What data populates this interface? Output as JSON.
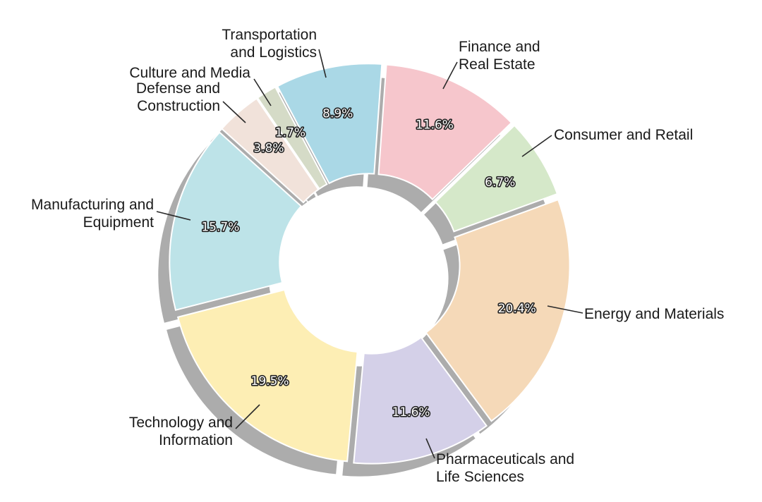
{
  "chart_data": {
    "type": "pie",
    "style": "exploded donut with shadow",
    "legend": "none",
    "slices": [
      {
        "name": "Energy and Materials",
        "value": 20.4,
        "label": "20.4%",
        "color": "#f5d9b8",
        "label_lines": [
          "Energy and Materials"
        ]
      },
      {
        "name": "Pharmaceuticals and Life Sciences",
        "value": 11.6,
        "label": "11.6%",
        "color": "#d4d0e8",
        "label_lines": [
          "Pharmaceuticals and",
          "Life Sciences"
        ]
      },
      {
        "name": "Technology and Information",
        "value": 19.5,
        "label": "19.5%",
        "color": "#fdeeb4",
        "label_lines": [
          "Technology and",
          "Information"
        ]
      },
      {
        "name": "Manufacturing and Equipment",
        "value": 15.7,
        "label": "15.7%",
        "color": "#bde3e8",
        "label_lines": [
          "Manufacturing and",
          "Equipment"
        ]
      },
      {
        "name": "Defense and Construction",
        "value": 3.8,
        "label": "3.8%",
        "color": "#f1e2da",
        "label_lines": [
          "Defense and",
          "Construction"
        ]
      },
      {
        "name": "Culture and Media",
        "value": 1.7,
        "label": "1.7%",
        "color": "#d5dbc7",
        "label_lines": [
          "Culture and Media"
        ]
      },
      {
        "name": "Transportation and Logistics",
        "value": 8.9,
        "label": "8.9%",
        "color": "#aad8e6",
        "label_lines": [
          "Transportation",
          "and Logistics"
        ]
      },
      {
        "name": "Finance and Real Estate",
        "value": 11.6,
        "label": "11.6%",
        "color": "#f6c6cc",
        "label_lines": [
          "Finance and",
          "Real Estate"
        ]
      },
      {
        "name": "Consumer and Retail",
        "value": 6.7,
        "label": "6.7%",
        "color": "#d5e8c9",
        "label_lines": [
          "Consumer and Retail"
        ]
      }
    ]
  }
}
